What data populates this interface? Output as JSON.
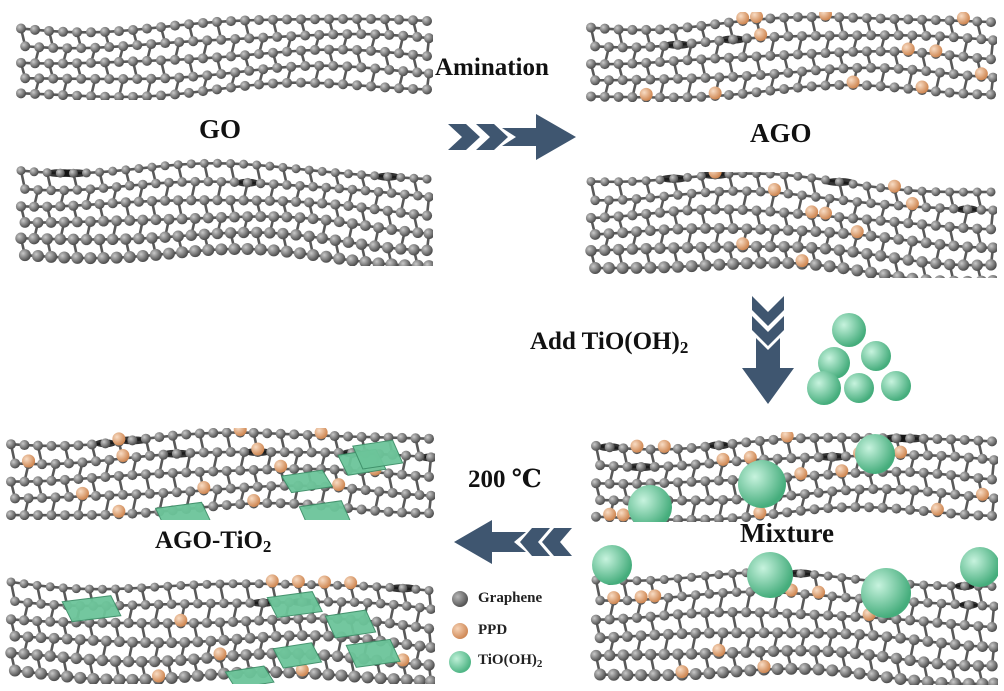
{
  "labels": {
    "go": "GO",
    "amination": "Amination",
    "ago": "AGO",
    "add_tio_prefix": "Add TiO(OH)",
    "add_tio_sub": "2",
    "mixture": "Mixture",
    "temperature": "200 ℃",
    "ago_tio2_prefix": "AGO-TiO",
    "ago_tio2_sub": "2"
  },
  "legend": {
    "graphene": "Graphene",
    "ppd": "PPD",
    "tio_prefix": "TiO(OH)",
    "tio_sub": "2"
  },
  "colors": {
    "graphene": "#6b6b6b",
    "ppd": "#e0a77a",
    "tio": "#6fd1a6",
    "tio_plate": "#6cc59a",
    "arrow": "#3f5670"
  }
}
